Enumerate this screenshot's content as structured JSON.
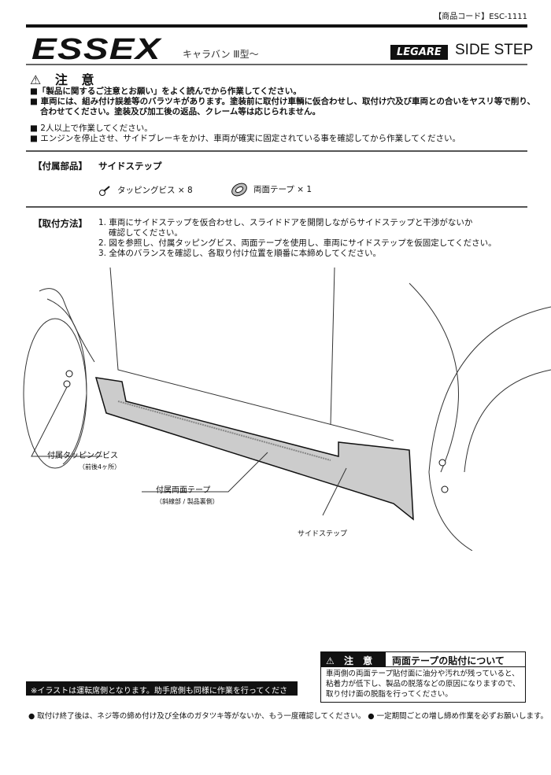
{
  "header": {
    "product_code": "【商品コード】ESC-1111",
    "brand": "ESSEX",
    "model": "キャラバン Ⅲ型～",
    "sub_brand": "LEGARE",
    "product_name": "SIDE STEP"
  },
  "caution": {
    "title": "注 意",
    "bold_items": [
      "■「製品に関するご注意とお願い」をよく読んでから作業してください。",
      "■ 車両には、組み付け誤差等のバラツキがあります。塗装前に取付け車輌に仮合わせし、取付け穴及び車両との合いをヤスリ等で削り、",
      "合わせてください。塗装及び加工後の返品、クレーム等は応じられません。"
    ],
    "items": [
      "■ 2人以上で作業してください。",
      "■ エンジンを停止させ、サイドブレーキをかけ、車両が確実に固定されている事を確認してから作業してください。"
    ]
  },
  "parts": {
    "label": "【付属部品】",
    "main": "サイドステップ",
    "items": [
      {
        "icon": "screw-icon",
        "text": "タッピングビス × 8"
      },
      {
        "icon": "tape-roll-icon",
        "text": "両面テープ × 1"
      }
    ]
  },
  "method": {
    "label": "【取付方法】",
    "steps": [
      "1. 車両にサイドステップを仮合わせし、スライドドアを開閉しながらサイドステップと干渉がないか",
      "確認してください。",
      "2. 図を参照し、付属タッピングビス、両面テープを使用し、車両にサイドステップを仮固定してください。",
      "3. 全体のバランスを確認し、各取り付け位置を順番に本締めしてください。"
    ]
  },
  "figure": {
    "screw_label": "付属タッピングビス",
    "screw_sub": "（前後4ヶ所）",
    "tape_label": "付属両面テープ",
    "tape_sub": "（斜線部 / 製品裏側）",
    "step_label": "サイドステップ"
  },
  "note": "※イラストは運転席側となります。助手席側も同様に作業を行ってください。",
  "tape_caution": {
    "title": "注 意",
    "heading": "両面テープの貼付について",
    "lines": [
      "車両側の両面テープ貼付面に油分や汚れが残っていると、",
      "粘着力が低下し、製品の脱落などの原因になりますので、",
      "取り付け面の脱脂を行ってください。"
    ]
  },
  "footer": "● 取付け終了後は、ネジ等の締め付け及び全体のガタツキ等がないか、もう一度確認してください。 ● 一定期間ごとの増し締め作業を必ずお願いします。"
}
